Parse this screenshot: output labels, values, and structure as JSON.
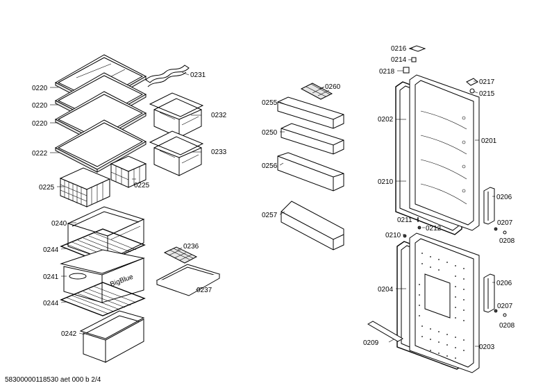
{
  "labels": {
    "l0220a": "0220",
    "l0220b": "0220",
    "l0220c": "0220",
    "l0222": "0222",
    "l0225a": "0225",
    "l0225b": "0225",
    "l0231": "0231",
    "l0232": "0232",
    "l0233": "0233",
    "l0240": "0240",
    "l0244a": "0244",
    "l0241": "0241",
    "l0244b": "0244",
    "l0242": "0242",
    "l0236": "0236",
    "l0237": "0237",
    "l0255": "0255",
    "l0250": "0250",
    "l0256": "0256",
    "l0257": "0257",
    "l0260": "0260",
    "l0216": "0216",
    "l0214": "0214",
    "l0218": "0218",
    "l0217": "0217",
    "l0215": "0215",
    "l0202": "0202",
    "l0201": "0201",
    "l0210a": "0210",
    "l0206a": "0206",
    "l0211": "0211",
    "l0212": "0212",
    "l0207a": "0207",
    "l0208a": "0208",
    "l0210b": "0210",
    "l0204": "0204",
    "l0206b": "0206",
    "l0207b": "0207",
    "l0208b": "0208",
    "l0209": "0209",
    "l0203": "0203"
  },
  "brand_text": "BigBlue",
  "footer": "58300000118530 aet 000 b 2/4"
}
